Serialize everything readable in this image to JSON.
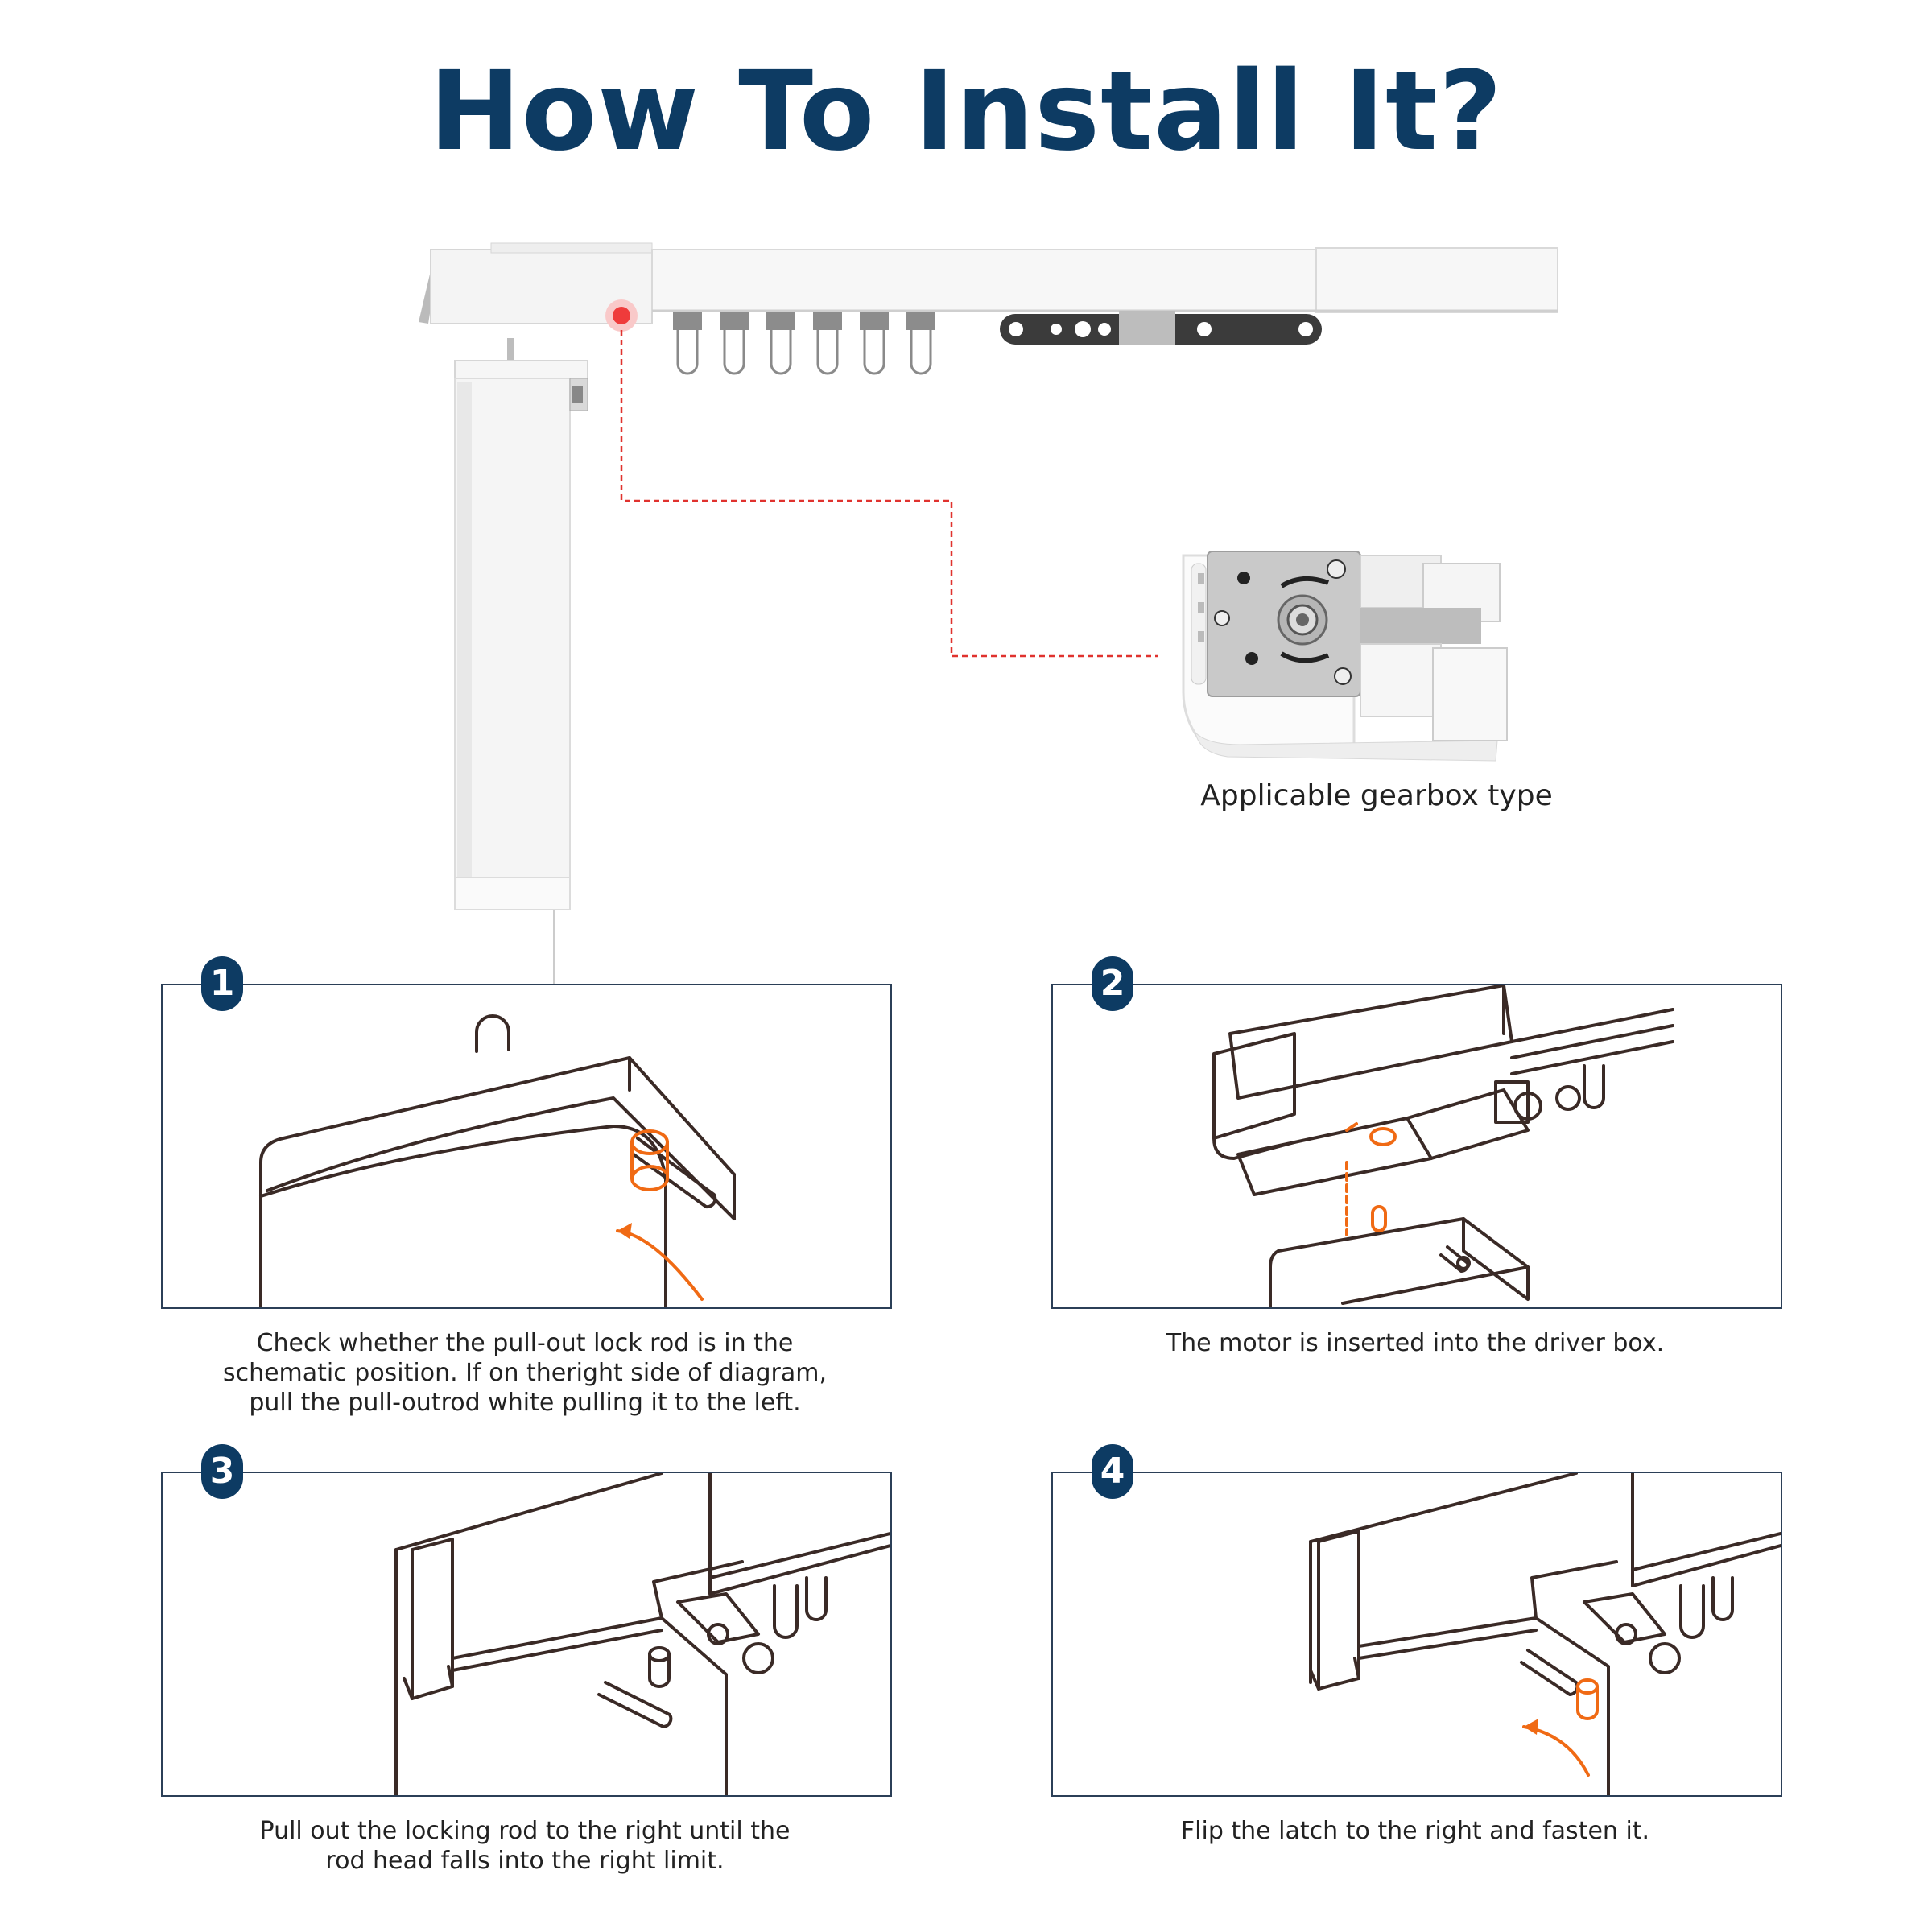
{
  "title": "How To Install It?",
  "gearbox_caption": "Applicable gearbox type",
  "colors": {
    "title": "#0d3b63",
    "accent": "#f06a14",
    "dashed_line": "#e0322e",
    "frame": "#2b3f57"
  },
  "steps": [
    {
      "number": "1",
      "caption": "Check whether the pull-out lock rod is in the schematic position. If on theright side of diagram, pull the pull-outrod white pulling it to the left."
    },
    {
      "number": "2",
      "caption": "The motor is inserted into the driver box."
    },
    {
      "number": "3",
      "caption": "Pull out the locking rod to the right until the rod head falls into the right limit."
    },
    {
      "number": "4",
      "caption": "Flip the latch to the right and fasten it."
    }
  ]
}
